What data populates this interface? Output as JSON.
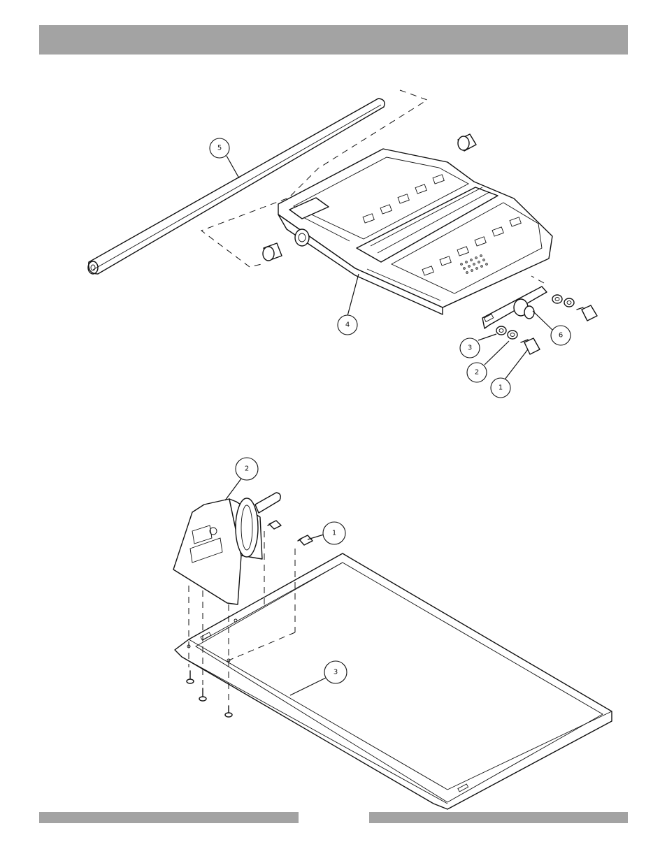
{
  "header": {
    "color": "#a3a3a3"
  },
  "footer": {
    "color": "#a3a3a3"
  },
  "upper_assembly": {
    "callouts": [
      {
        "id": "callout-5",
        "label": "5"
      },
      {
        "id": "callout-4",
        "label": "4"
      },
      {
        "id": "callout-6",
        "label": "6"
      },
      {
        "id": "callout-3",
        "label": "3"
      },
      {
        "id": "callout-2",
        "label": "2"
      },
      {
        "id": "callout-1",
        "label": "1"
      }
    ]
  },
  "lower_assembly": {
    "callouts": [
      {
        "id": "callout-2",
        "label": "2"
      },
      {
        "id": "callout-1",
        "label": "1"
      },
      {
        "id": "callout-3",
        "label": "3"
      }
    ]
  }
}
